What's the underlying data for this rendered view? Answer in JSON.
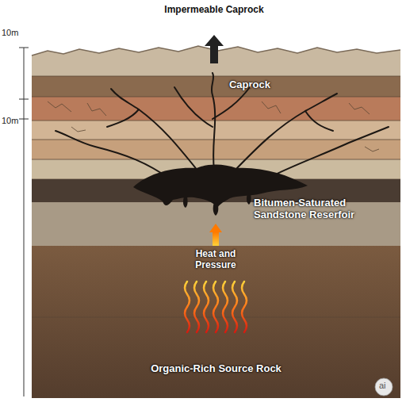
{
  "diagram": {
    "title": "Impermeable Caprock",
    "nodes": [
      {
        "text": [
          "Caprock"
        ]
      },
      {
        "text": [
          "Bitumen-Saturated Sandstone Reserfoir"
        ]
      },
      {
        "text": [
          "Organic-Rich Source Rock"
        ]
      }
    ],
    "edges": [
      {
        "from": 2,
        "to": 1,
        "label": "Heat and Pressure",
        "arrow": "to"
      }
    ],
    "labels": [
      "10m",
      "10m",
      "ai"
    ]
  }
}
